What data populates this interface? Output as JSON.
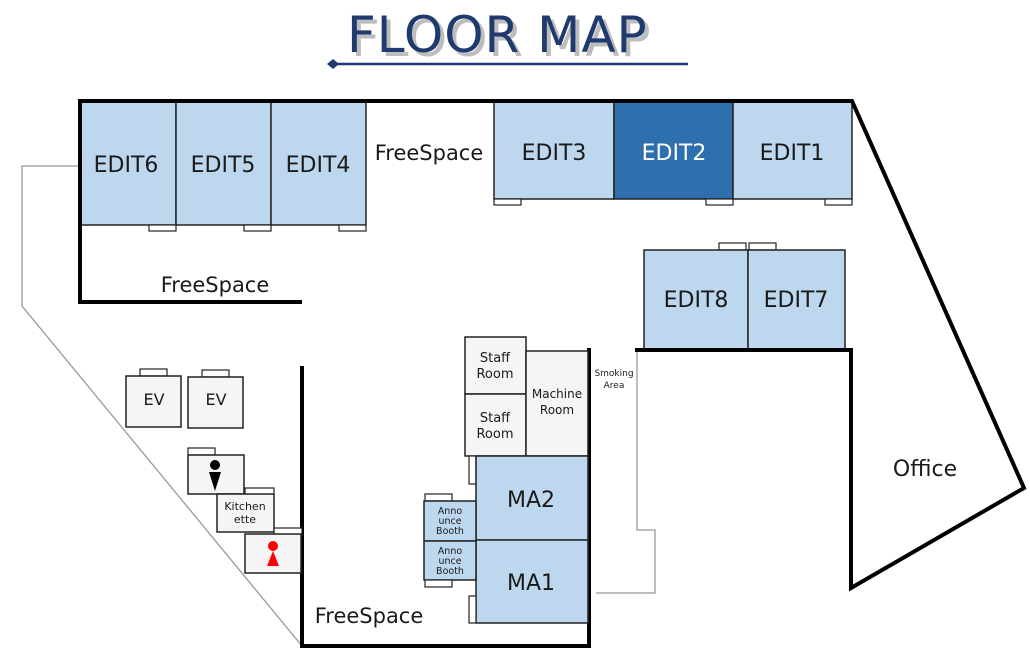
{
  "title": "FLOOR MAP",
  "colors": {
    "title": "#1f3a6e",
    "room_light": "#bdd7ee",
    "room_highlight": "#2e6fae",
    "room_gray": "#f5f5f5",
    "restroom_male": "#000000",
    "restroom_female": "#ff0000"
  },
  "rooms": {
    "edit1": "EDIT1",
    "edit2": "EDIT2",
    "edit3": "EDIT3",
    "edit4": "EDIT4",
    "edit5": "EDIT5",
    "edit6": "EDIT6",
    "edit7": "EDIT7",
    "edit8": "EDIT8",
    "ma1": "MA1",
    "ma2": "MA2",
    "staff_room_1": [
      "Staff",
      "Room"
    ],
    "staff_room_2": [
      "Staff",
      "Room"
    ],
    "machine_room": [
      "Machine",
      "Room"
    ],
    "smoking_area": [
      "Smoking",
      "Area"
    ],
    "announce_booth_1": [
      "Anno",
      "unce",
      "Booth"
    ],
    "announce_booth_2": [
      "Anno",
      "unce",
      "Booth"
    ],
    "kitchenette": [
      "Kitchen",
      "ette"
    ],
    "ev1": "EV",
    "ev2": "EV",
    "office": "Office",
    "freespace_top": "FreeSpace",
    "freespace_left": "FreeSpace",
    "freespace_bottom": "FreeSpace"
  },
  "highlighted_room": "EDIT2",
  "icons": {
    "restroom_male": "male-restroom-icon",
    "restroom_female": "female-restroom-icon"
  }
}
